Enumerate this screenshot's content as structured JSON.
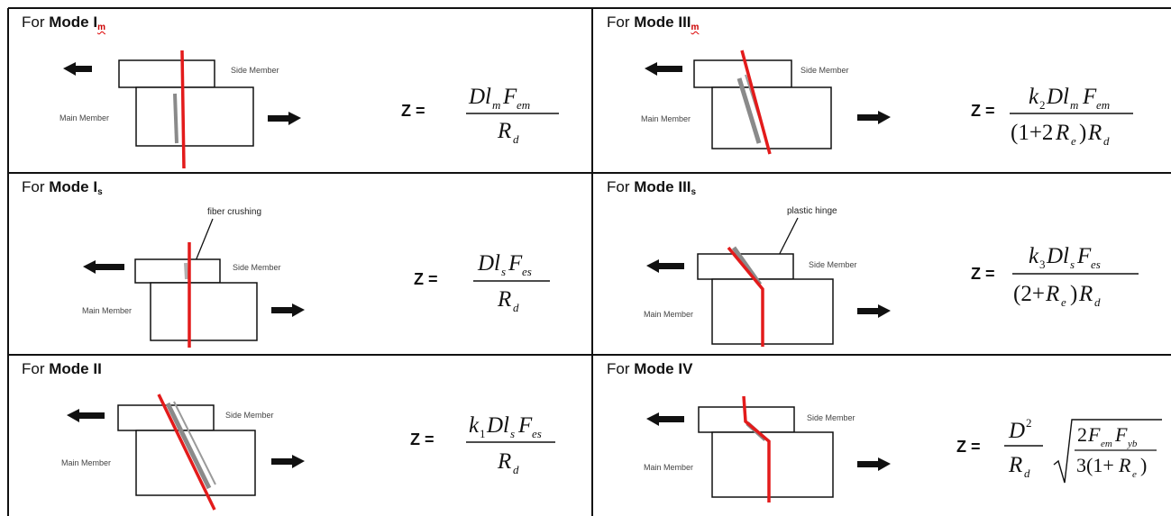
{
  "cells": {
    "im": {
      "prefix": "For ",
      "mode": "Mode I",
      "sub": "m",
      "side_label": "Side Member",
      "main_label": "Main Member",
      "z_label": "Z =",
      "formula": "D l_m F_em / R_d"
    },
    "iiim": {
      "prefix": "For ",
      "mode": "Mode III",
      "sub": "m",
      "side_label": "Side Member",
      "main_label": "Main Member",
      "z_label": "Z =",
      "formula": "k_2 D l_m F_em / ((1+2R_e) R_d)"
    },
    "is": {
      "prefix": "For ",
      "mode": "Mode I",
      "sub": "s",
      "annotation": "fiber crushing",
      "side_label": "Side Member",
      "main_label": "Main Member",
      "z_label": "Z =",
      "formula": "D l_s F_es / R_d"
    },
    "iiis": {
      "prefix": "For ",
      "mode": "Mode III",
      "sub": "s",
      "annotation": "plastic hinge",
      "side_label": "Side Member",
      "main_label": "Main Member",
      "z_label": "Z =",
      "formula": "k_3 D l_s F_es / ((2+R_e) R_d)"
    },
    "ii": {
      "prefix": "For ",
      "mode": "Mode II",
      "side_label": "Side Member",
      "main_label": "Main Member",
      "z_label": "Z =",
      "formula": "k_1 D l_s F_es / R_d"
    },
    "iv": {
      "prefix": "For ",
      "mode": "Mode IV",
      "side_label": "Side Member",
      "main_label": "Main Member",
      "z_label": "Z =",
      "formula": "D^2 / R_d * sqrt(2 F_em F_yb / (3(1+R_e)))"
    }
  },
  "colors": {
    "dowel": "#e31b1b",
    "deform": "#8a8a8a",
    "line": "#111111"
  }
}
